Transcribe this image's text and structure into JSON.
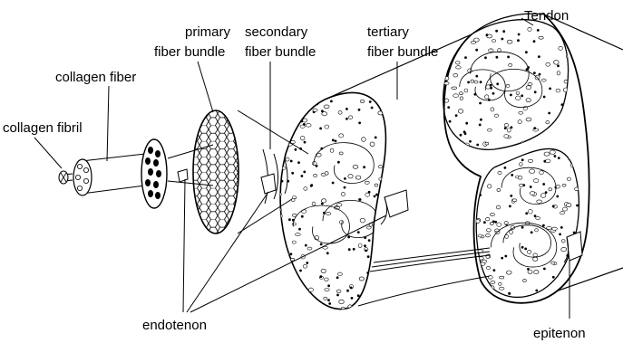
{
  "labels": {
    "collagen_fibril": "collagen fibril",
    "collagen_fiber": "collagen fiber",
    "primary_fiber_bundle": [
      "primary",
      "fiber bundle"
    ],
    "secondary_fiber_bundle": [
      "secondary",
      "fiber bundle"
    ],
    "tertiary_fiber_bundle": [
      "tertiary",
      "fiber bundle"
    ],
    "tendon": "Tendon",
    "endotenon": "endotenon",
    "epitenon": "epitenon"
  },
  "colors": {
    "ink": "#000000",
    "paper": "#ffffff"
  }
}
